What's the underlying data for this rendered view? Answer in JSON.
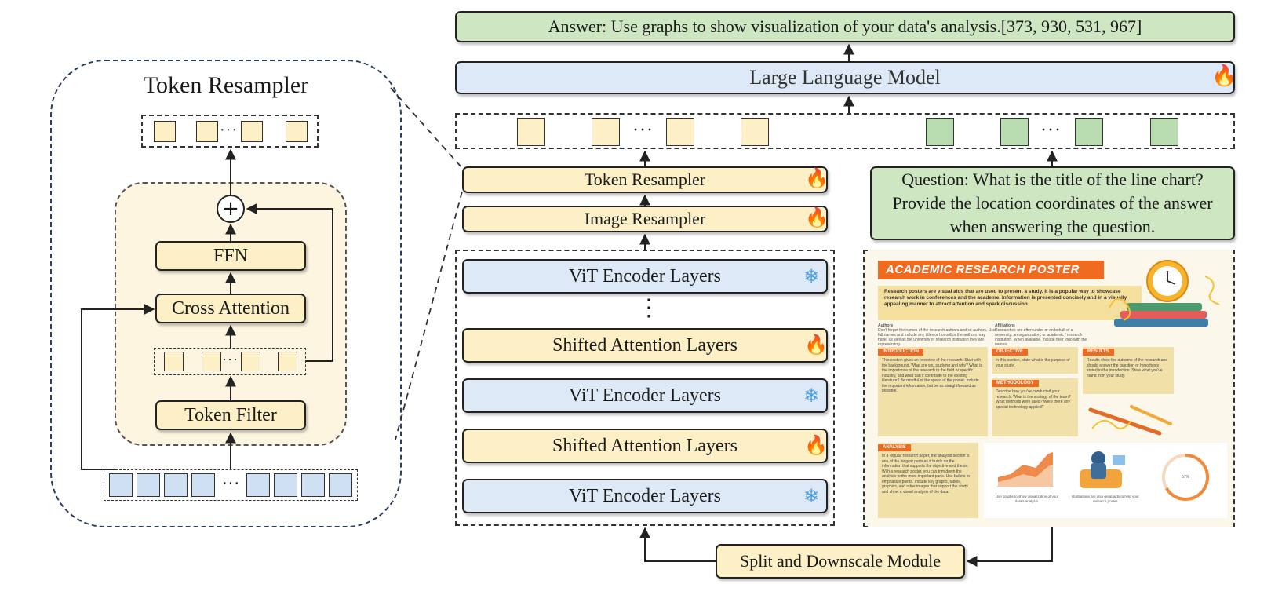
{
  "top": {
    "answer": "Answer: Use graphs to show visualization of your data's analysis.[373, 930, 531, 967]",
    "llm": "Large Language Model",
    "question": "Question: What is the title of the line chart? Provide the location coordinates of the answer when answering the question.",
    "split": "Split and Downscale Module"
  },
  "middle": {
    "token_resampler": "Token Resampler",
    "image_resampler": "Image Resampler",
    "layers": [
      {
        "label": "ViT Encoder Layers",
        "icon": "snowflake-icon"
      },
      {
        "label": "Shifted Attention Layers",
        "icon": "fire-icon"
      },
      {
        "label": "ViT Encoder Layers",
        "icon": "snowflake-icon"
      },
      {
        "label": "Shifted Attention Layers",
        "icon": "fire-icon"
      },
      {
        "label": "ViT Encoder Layers",
        "icon": "snowflake-icon"
      }
    ],
    "vdots": "⋮",
    "ellipsis": "···"
  },
  "left_panel": {
    "title": "Token Resampler",
    "ffn": "FFN",
    "cross_attention": "Cross Attention",
    "token_filter": "Token Filter",
    "plus": "+",
    "ellipsis": "···"
  },
  "poster": {
    "title": "ACADEMIC RESEARCH POSTER",
    "intro": "Research posters are visual aids that are used to present a study. It is a popular way to showcase research work in conferences and the academe. Information is presented concisely and in a visually appealing manner to attract attention and spark discussion.",
    "authors_head": "Authors",
    "authors_text": "Don't forget the names of the research authors and co-authors. Use full names and include any titles or honorifics the authors may have, as well as the university or research institution they are representing.",
    "affiliations_head": "Affiliations",
    "affiliations_text": "Researches are often under or on behalf of a university, an organization, or academic / research institution. When available, include their logo with the names.",
    "introduction_tag": "INTRODUCTION",
    "introduction_text": "This section gives an overview of the research. Start with the background. What are you studying and why? What is the importance of the research to the field or specific industry, and what can it contribute to the existing literature? Be mindful of the space of the poster. Include the important information, but be as straightforward as possible.",
    "objective_tag": "OBJECTIVE",
    "objective_text": "In this section, state what is the purpose of your study.",
    "methodology_tag": "METHODOLOGY",
    "methodology_text": "Describe how you've conducted your research. What is the strategy of the team? What methods were used? Were there any special technology applied?",
    "results_tag": "RESULTS",
    "results_text": "Results show the outcome of the research and should answer the question or hypothesis stated in the introduction. State what you've found from your study.",
    "analysis_tag": "ANALYSIS",
    "analysis_text": "In a regular research paper, the analysis section is one of the longest parts as it builds on the information that supports the objective and thesis. With a research poster, you can trim down the analysis to the most important parts. Use bullets to emphasize points. Include key graphs, tables, graphics, and other images that support the study and show a visual analysis of the data.",
    "graph_caption": "Use graphs to show visualization of your data's analysis.",
    "illus_caption": "Illustrations are also great aids to help your research poster.",
    "donut_label": "67%",
    "colors": {
      "accent": "#f06a20",
      "section": "#f1e1a9",
      "bg": "#fbf7ea"
    }
  },
  "colors": {
    "yellow": "#fdefc6",
    "blue": "#dde9f6",
    "green": "#cfe6c3",
    "fire": "#f07b13",
    "snow": "#4a9fe2"
  }
}
